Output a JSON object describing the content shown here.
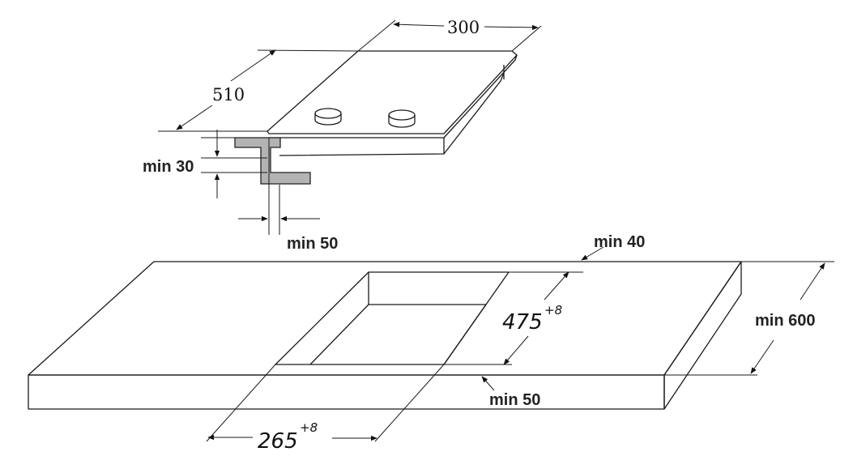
{
  "hob": {
    "width_label": "300",
    "depth_label": "510"
  },
  "bracket": {
    "thickness_label": "min 30",
    "clearance_label": "min 50"
  },
  "countertop": {
    "back_margin_label": "min 40",
    "front_margin_label": "min 50",
    "depth_label": "min 600",
    "cutout_depth": "475",
    "cutout_depth_tolerance": "+8",
    "cutout_width": "265",
    "cutout_width_tolerance": "+8"
  }
}
